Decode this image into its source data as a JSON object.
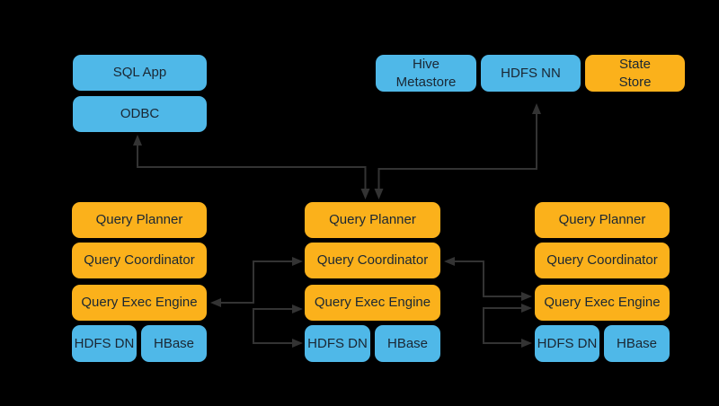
{
  "colors": {
    "background": "#000000",
    "blue_node": "#4FB8E8",
    "orange_node": "#FBB11B",
    "connector": "#333333",
    "node_text": "#1A2733"
  },
  "clients": {
    "sql_app": "SQL App",
    "odbc": "ODBC"
  },
  "services": {
    "hive_metastore": "Hive\nMetastore",
    "hdfs_nn": "HDFS NN",
    "state_store": "State\nStore"
  },
  "columns": [
    {
      "planner": "Query Planner",
      "coordinator": "Query Coordinator",
      "exec_engine": "Query Exec Engine",
      "hdfs_dn": "HDFS DN",
      "hbase": "HBase"
    },
    {
      "planner": "Query Planner",
      "coordinator": "Query Coordinator",
      "exec_engine": "Query Exec Engine",
      "hdfs_dn": "HDFS DN",
      "hbase": "HBase"
    },
    {
      "planner": "Query Planner",
      "coordinator": "Query Coordinator",
      "exec_engine": "Query Exec Engine",
      "hdfs_dn": "HDFS DN",
      "hbase": "HBase"
    }
  ]
}
